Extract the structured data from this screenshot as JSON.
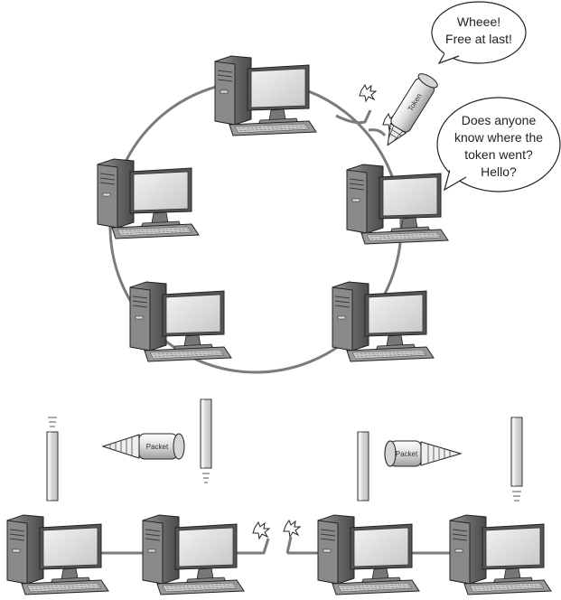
{
  "token": {
    "label": "Token",
    "speech": [
      "Wheee!",
      "Free at last!"
    ]
  },
  "lost_token_question": [
    "Does anyone",
    "know where the",
    "token went?",
    "Hello?"
  ],
  "packets": [
    {
      "label": "Packet"
    },
    {
      "label": "Packet"
    }
  ],
  "colors": {
    "cable": "#7b7b7b",
    "tower_dark": "#6f6f6f",
    "tower_light": "#bcbcbc",
    "monitor_screen": "#d9d9d9",
    "outline": "#222222"
  }
}
